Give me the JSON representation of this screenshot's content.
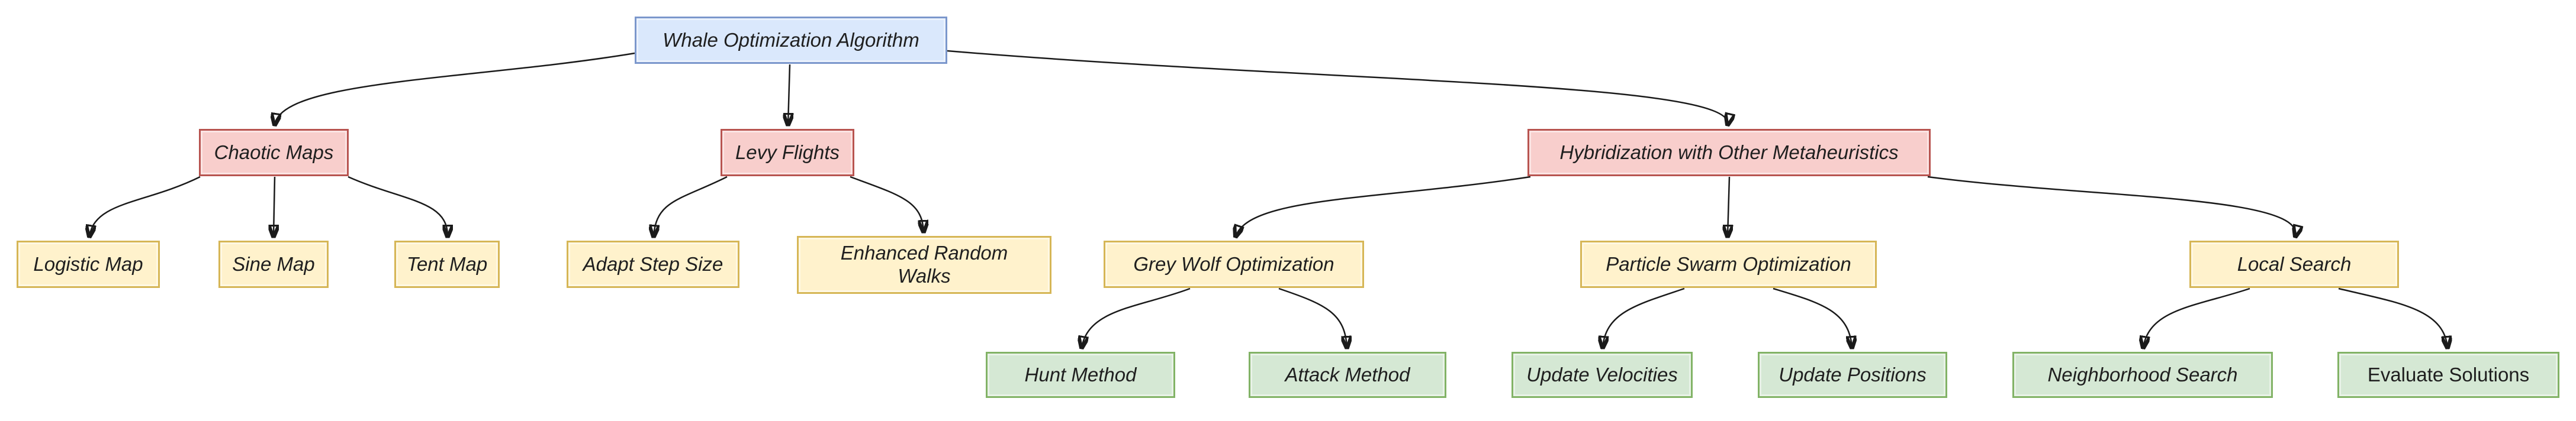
{
  "diagram": {
    "type": "flowchart-tree",
    "background": "#ffffff",
    "edge_color": "#1a1a1a",
    "styles": {
      "root": {
        "fill": "#dae8fc",
        "border": "#7b97cc"
      },
      "branch": {
        "fill": "#f8cecc",
        "border": "#b85450"
      },
      "topic": {
        "fill": "#fff2cc",
        "border": "#d6b656"
      },
      "leaf": {
        "fill": "#d5e8d4",
        "border": "#82b366"
      }
    },
    "nodes": {
      "woa": {
        "label": "Whale Optimization Algorithm",
        "style": "root",
        "italic": true
      },
      "chaotic": {
        "label": "Chaotic Maps",
        "style": "branch",
        "italic": true
      },
      "levy": {
        "label": "Levy Flights",
        "style": "branch",
        "italic": true
      },
      "hybrid": {
        "label": "Hybridization with Other Metaheuristics",
        "style": "branch",
        "italic": true
      },
      "logistic": {
        "label": "Logistic Map",
        "style": "topic",
        "italic": true
      },
      "sine": {
        "label": "Sine Map",
        "style": "topic",
        "italic": true
      },
      "tent": {
        "label": "Tent Map",
        "style": "topic",
        "italic": true
      },
      "adapt": {
        "label": "Adapt Step Size",
        "style": "topic",
        "italic": true
      },
      "erw": {
        "label": "Enhanced Random Walks",
        "style": "topic",
        "italic": true
      },
      "gwo": {
        "label": "Grey Wolf Optimization",
        "style": "topic",
        "italic": true
      },
      "pso": {
        "label": "Particle Swarm Optimization",
        "style": "topic",
        "italic": true
      },
      "local": {
        "label": "Local Search",
        "style": "topic",
        "italic": true
      },
      "hunt": {
        "label": "Hunt Method",
        "style": "leaf",
        "italic": true
      },
      "attack": {
        "label": "Attack Method",
        "style": "leaf",
        "italic": true
      },
      "upvel": {
        "label": "Update Velocities",
        "style": "leaf",
        "italic": true
      },
      "uppos": {
        "label": "Update Positions",
        "style": "leaf",
        "italic": true
      },
      "neigh": {
        "label": "Neighborhood Search",
        "style": "leaf",
        "italic": true
      },
      "eval": {
        "label": "Evaluate Solutions",
        "style": "leaf",
        "italic": false
      }
    },
    "edges": [
      {
        "from": "woa",
        "to": "chaotic"
      },
      {
        "from": "woa",
        "to": "levy"
      },
      {
        "from": "woa",
        "to": "hybrid"
      },
      {
        "from": "chaotic",
        "to": "logistic"
      },
      {
        "from": "chaotic",
        "to": "sine"
      },
      {
        "from": "chaotic",
        "to": "tent"
      },
      {
        "from": "levy",
        "to": "adapt"
      },
      {
        "from": "levy",
        "to": "erw"
      },
      {
        "from": "hybrid",
        "to": "gwo"
      },
      {
        "from": "hybrid",
        "to": "pso"
      },
      {
        "from": "hybrid",
        "to": "local"
      },
      {
        "from": "gwo",
        "to": "hunt"
      },
      {
        "from": "gwo",
        "to": "attack"
      },
      {
        "from": "pso",
        "to": "upvel"
      },
      {
        "from": "pso",
        "to": "uppos"
      },
      {
        "from": "local",
        "to": "neigh"
      },
      {
        "from": "local",
        "to": "eval"
      }
    ]
  }
}
